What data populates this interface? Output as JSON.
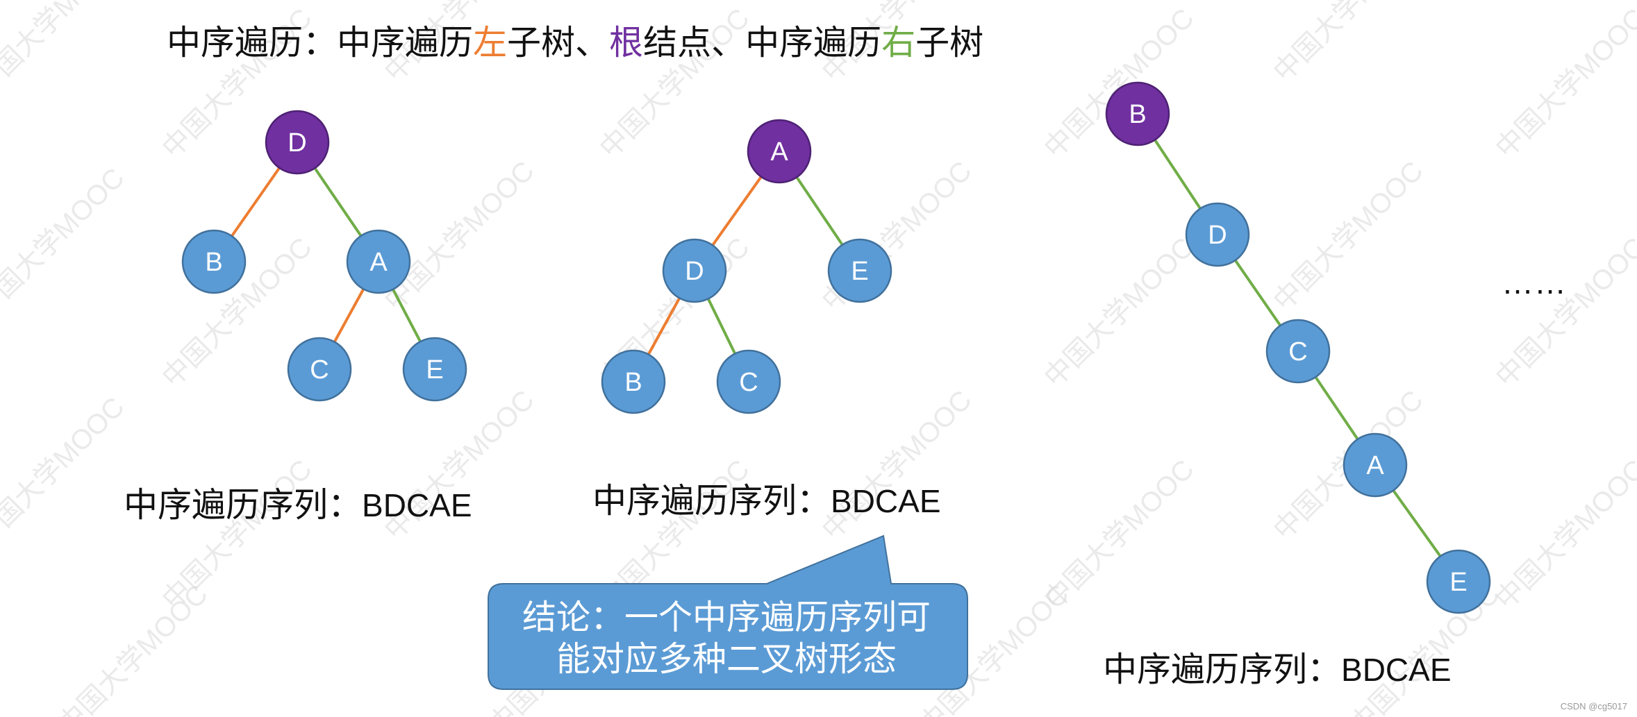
{
  "headline": {
    "prefix": "中序遍历：中序遍历",
    "left_word": "左",
    "mid1": "子树、",
    "root_word": "根",
    "mid2": "结点、中序遍历",
    "right_word": "右",
    "suffix": "子树"
  },
  "colors": {
    "left_edge": "#ED7D31",
    "right_edge": "#70AD47",
    "root_fill": "#7030A0",
    "node_fill": "#5B9BD5",
    "node_stroke": "#41719C",
    "callout_fill": "#5B9BD5"
  },
  "trees": [
    {
      "nodes": [
        {
          "id": "D",
          "label": "D",
          "root": true
        },
        {
          "id": "B",
          "label": "B"
        },
        {
          "id": "A",
          "label": "A"
        },
        {
          "id": "C",
          "label": "C"
        },
        {
          "id": "E",
          "label": "E"
        }
      ],
      "edges": [
        {
          "from": "D",
          "to": "B",
          "side": "left"
        },
        {
          "from": "D",
          "to": "A",
          "side": "right"
        },
        {
          "from": "A",
          "to": "C",
          "side": "left"
        },
        {
          "from": "A",
          "to": "E",
          "side": "right"
        }
      ],
      "sequence_label": "中序遍历序列：",
      "sequence_value": "BDCAE"
    },
    {
      "nodes": [
        {
          "id": "A",
          "label": "A",
          "root": true
        },
        {
          "id": "D",
          "label": "D"
        },
        {
          "id": "E",
          "label": "E"
        },
        {
          "id": "B",
          "label": "B"
        },
        {
          "id": "C",
          "label": "C"
        }
      ],
      "edges": [
        {
          "from": "A",
          "to": "D",
          "side": "left"
        },
        {
          "from": "A",
          "to": "E",
          "side": "right"
        },
        {
          "from": "D",
          "to": "B",
          "side": "left"
        },
        {
          "from": "D",
          "to": "C",
          "side": "right"
        }
      ],
      "sequence_label": "中序遍历序列：",
      "sequence_value": "BDCAE"
    },
    {
      "nodes": [
        {
          "id": "B",
          "label": "B",
          "root": true
        },
        {
          "id": "D",
          "label": "D"
        },
        {
          "id": "C",
          "label": "C"
        },
        {
          "id": "A",
          "label": "A"
        },
        {
          "id": "E",
          "label": "E"
        }
      ],
      "edges": [
        {
          "from": "B",
          "to": "D",
          "side": "right"
        },
        {
          "from": "D",
          "to": "C",
          "side": "right"
        },
        {
          "from": "C",
          "to": "A",
          "side": "right"
        },
        {
          "from": "A",
          "to": "E",
          "side": "right"
        }
      ],
      "sequence_label": "中序遍历序列：",
      "sequence_value": "BDCAE"
    }
  ],
  "ellipsis": "……",
  "callout": {
    "line1": "结论：一个中序遍历序列可",
    "line2": "能对应多种二叉树形态"
  },
  "watermark": "中国大学MOOC",
  "credit": "CSDN @cg5017"
}
